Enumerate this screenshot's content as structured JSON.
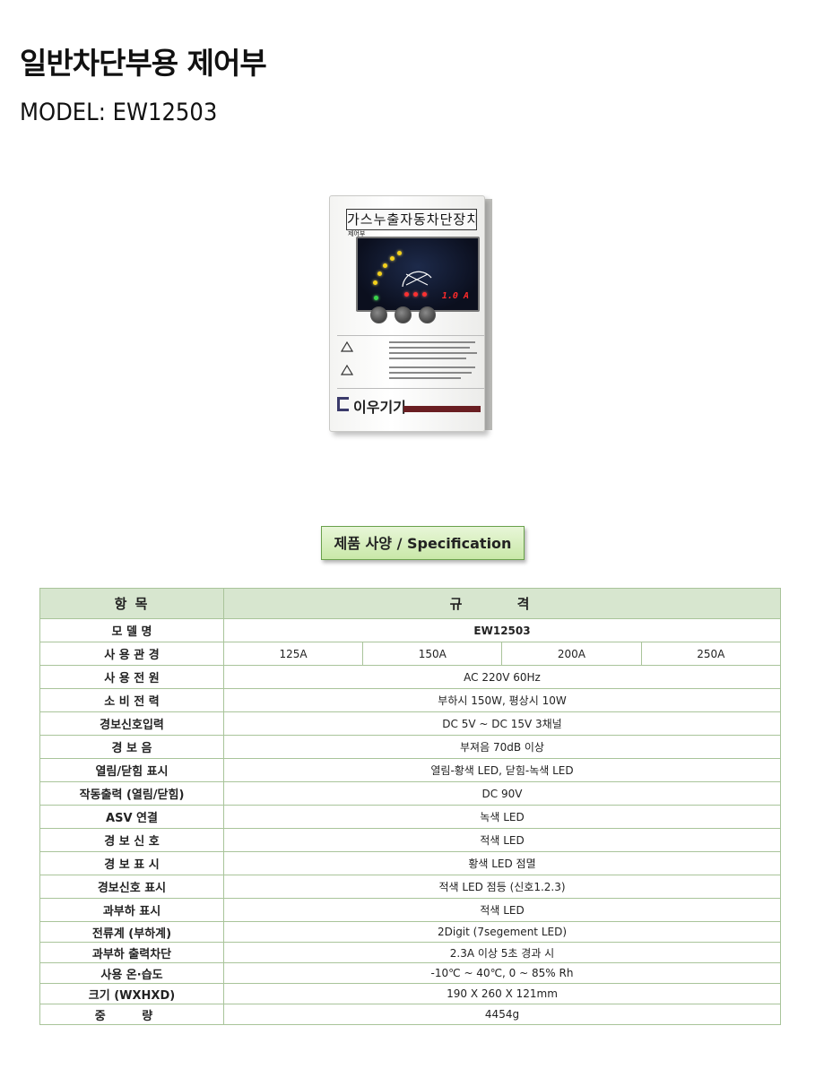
{
  "page": {
    "title": "일반차단부용 제어부",
    "model": "MODEL: EW12503"
  },
  "device": {
    "label": "가스누출자동차단장치",
    "sub": "제어부",
    "display": "1.0 A",
    "brand": "이우기기"
  },
  "spec_heading": "제품 사양 / Specification",
  "table": {
    "headers": [
      "항 목",
      "규 격"
    ],
    "rows": [
      {
        "key": "모 델 명",
        "value": "EW12503"
      },
      {
        "key": "사 용 관 경",
        "values": [
          "125A",
          "150A",
          "200A",
          "250A"
        ]
      },
      {
        "key": "사 용 전 원",
        "value": "AC 220V 60Hz"
      },
      {
        "key": "소 비 전 력",
        "value": "부하시 150W, 평상시 10W"
      },
      {
        "key": "경보신호입력",
        "value": "DC 5V ~ DC 15V 3채널"
      },
      {
        "key": "경 보 음",
        "value": "부져음 70dB 이상"
      },
      {
        "key": "열림/닫힘 표시",
        "value": "열림-황색 LED, 닫힘-녹색 LED"
      },
      {
        "key": "작동출력 (열림/닫힘)",
        "value": "DC 90V"
      },
      {
        "key": "ASV 연결",
        "value": "녹색 LED"
      },
      {
        "key": "경 보 신 호",
        "value": "적색 LED"
      },
      {
        "key": "경 보 표 시",
        "value": "황색 LED 점멸"
      },
      {
        "key": "경보신호 표시",
        "value": "적색 LED 점등 (신호1.2.3)"
      },
      {
        "key": "과부하 표시",
        "value": "적색 LED"
      },
      {
        "key": "전류계 (부하계)",
        "value": "2Digit (7segement LED)"
      },
      {
        "key": "과부하 출력차단",
        "value": "2.3A 이상 5초 경과 시"
      },
      {
        "key": "사용 온·습도",
        "value": "-10℃ ~ 40℃, 0 ~ 85% Rh"
      },
      {
        "key": "크기 (WXHXD)",
        "value": "190 X 260 X 121mm"
      },
      {
        "key": "중 량",
        "value": "4454g"
      }
    ]
  }
}
